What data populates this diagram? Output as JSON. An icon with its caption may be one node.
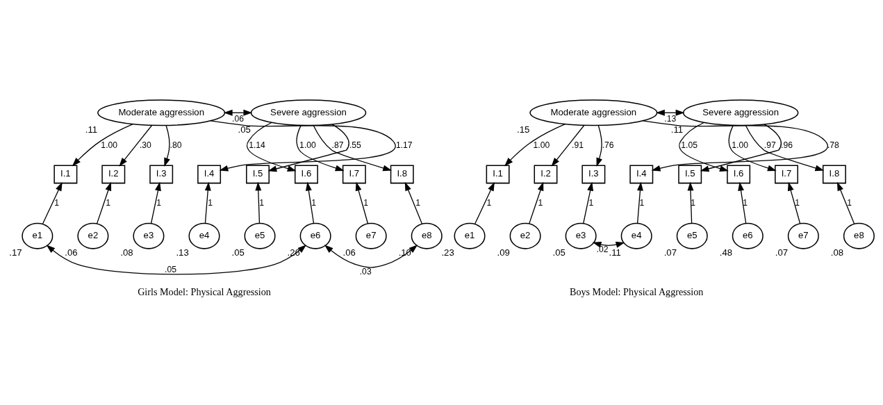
{
  "diagram": {
    "nodes": [
      {
        "text": [
          "Moderate aggression"
        ],
        "beside": [
          ".11"
        ]
      },
      {
        "text": [
          "Severe aggression"
        ],
        "beside": [
          ".05"
        ]
      },
      {
        "text": [
          "I.1"
        ]
      },
      {
        "text": [
          "I.2"
        ]
      },
      {
        "text": [
          "I.3"
        ]
      },
      {
        "text": [
          "I.4"
        ]
      },
      {
        "text": [
          "I.5"
        ]
      },
      {
        "text": [
          "I.6"
        ]
      },
      {
        "text": [
          "I.7"
        ]
      },
      {
        "text": [
          "I.8"
        ]
      },
      {
        "text": [
          "e1"
        ],
        "beside": [
          ".17"
        ]
      },
      {
        "text": [
          "e2"
        ],
        "beside": [
          ".06"
        ]
      },
      {
        "text": [
          "e3"
        ],
        "beside": [
          ".08"
        ]
      },
      {
        "text": [
          "e4"
        ],
        "beside": [
          ".13"
        ]
      },
      {
        "text": [
          "e5"
        ],
        "beside": [
          ".05"
        ]
      },
      {
        "text": [
          "e6"
        ],
        "beside": [
          ".26"
        ]
      },
      {
        "text": [
          "e7"
        ],
        "beside": [
          ".06"
        ]
      },
      {
        "text": [
          "e8"
        ],
        "beside": [
          ".10"
        ]
      },
      {
        "text": [
          "Moderate aggression"
        ],
        "beside": [
          ".15"
        ]
      },
      {
        "text": [
          "Severe aggression"
        ],
        "beside": [
          ".11"
        ]
      },
      {
        "text": [
          "I.1"
        ]
      },
      {
        "text": [
          "I.2"
        ]
      },
      {
        "text": [
          "I.3"
        ]
      },
      {
        "text": [
          "I.4"
        ]
      },
      {
        "text": [
          "I.5"
        ]
      },
      {
        "text": [
          "I.6"
        ]
      },
      {
        "text": [
          "I.7"
        ]
      },
      {
        "text": [
          "I.8"
        ]
      },
      {
        "text": [
          "e1"
        ],
        "beside": [
          ".23"
        ]
      },
      {
        "text": [
          "e2"
        ],
        "beside": [
          ".09"
        ]
      },
      {
        "text": [
          "e3"
        ],
        "beside": [
          ".05"
        ]
      },
      {
        "text": [
          "e4"
        ],
        "beside": [
          ".11"
        ]
      },
      {
        "text": [
          "e5"
        ],
        "beside": [
          ".07"
        ]
      },
      {
        "text": [
          "e6"
        ],
        "beside": [
          ".48"
        ]
      },
      {
        "text": [
          "e7"
        ],
        "beside": [
          ".07"
        ]
      },
      {
        "text": [
          "e8"
        ],
        "beside": [
          ".08"
        ]
      }
    ],
    "edges": [
      {
        "from": 0,
        "to": 1,
        "arrow": "both",
        "label": ".06"
      },
      {
        "from": 0,
        "to": 2,
        "arrow": "to",
        "label": "1.00"
      },
      {
        "from": 0,
        "to": 3,
        "arrow": "to",
        "label": ".30"
      },
      {
        "from": 0,
        "to": 4,
        "arrow": "to",
        "label": ".80"
      },
      {
        "from": 0,
        "to": 5,
        "arrow": "to",
        "label": "1.17"
      },
      {
        "from": 1,
        "to": 6,
        "arrow": "to",
        "label": ".55"
      },
      {
        "from": 1,
        "to": 7,
        "arrow": "to",
        "label": "1.14"
      },
      {
        "from": 1,
        "to": 8,
        "arrow": "to",
        "label": "1.00"
      },
      {
        "from": 1,
        "to": 9,
        "arrow": "to",
        "label": ".87"
      },
      {
        "from": 10,
        "to": 2,
        "arrow": "to",
        "label": "1"
      },
      {
        "from": 11,
        "to": 3,
        "arrow": "to",
        "label": "1"
      },
      {
        "from": 12,
        "to": 4,
        "arrow": "to",
        "label": "1"
      },
      {
        "from": 13,
        "to": 5,
        "arrow": "to",
        "label": "1"
      },
      {
        "from": 14,
        "to": 6,
        "arrow": "to",
        "label": "1"
      },
      {
        "from": 15,
        "to": 7,
        "arrow": "to",
        "label": "1"
      },
      {
        "from": 16,
        "to": 8,
        "arrow": "to",
        "label": "1"
      },
      {
        "from": 17,
        "to": 9,
        "arrow": "to",
        "label": "1"
      },
      {
        "from": 10,
        "to": 15,
        "arrow": "both",
        "label": ".05"
      },
      {
        "from": 15,
        "to": 17,
        "arrow": "both",
        "label": ".03"
      },
      {
        "from": 18,
        "to": 19,
        "arrow": "both",
        "label": ".13"
      },
      {
        "from": 18,
        "to": 20,
        "arrow": "to",
        "label": "1.00"
      },
      {
        "from": 18,
        "to": 21,
        "arrow": "to",
        "label": ".91"
      },
      {
        "from": 18,
        "to": 22,
        "arrow": "to",
        "label": ".76"
      },
      {
        "from": 18,
        "to": 23,
        "arrow": "to",
        "label": ".78"
      },
      {
        "from": 19,
        "to": 24,
        "arrow": "to",
        "label": ".96"
      },
      {
        "from": 19,
        "to": 25,
        "arrow": "to",
        "label": "1.05"
      },
      {
        "from": 19,
        "to": 26,
        "arrow": "to",
        "label": "1.00"
      },
      {
        "from": 19,
        "to": 27,
        "arrow": "to",
        "label": ".97"
      },
      {
        "from": 28,
        "to": 20,
        "arrow": "to",
        "label": "1"
      },
      {
        "from": 29,
        "to": 21,
        "arrow": "to",
        "label": "1"
      },
      {
        "from": 30,
        "to": 22,
        "arrow": "to",
        "label": "1"
      },
      {
        "from": 31,
        "to": 23,
        "arrow": "to",
        "label": "1"
      },
      {
        "from": 32,
        "to": 24,
        "arrow": "to",
        "label": "1"
      },
      {
        "from": 33,
        "to": 25,
        "arrow": "to",
        "label": "1"
      },
      {
        "from": 34,
        "to": 26,
        "arrow": "to",
        "label": "1"
      },
      {
        "from": 35,
        "to": 27,
        "arrow": "to",
        "label": "1"
      },
      {
        "from": 30,
        "to": 31,
        "arrow": "both",
        "label": ".02"
      }
    ],
    "labels": [
      "Girls Model: Physical Aggression",
      "Boys Model: Physical Aggression"
    ]
  }
}
